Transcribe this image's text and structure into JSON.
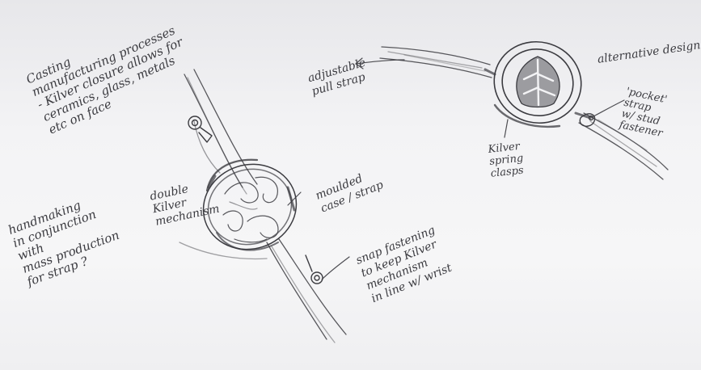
{
  "scene": {
    "description_tag": "pencil-sketch-watch-concepts",
    "paper_color": "#f3f3f5",
    "pencil_color": "#3b3b40"
  },
  "annotations": {
    "process": [
      "Casting",
      "manufacturing processes",
      "- Kilver closure allows for",
      "ceramics, glass, metals",
      "etc on face"
    ],
    "handmaking": [
      "handmaking",
      "in conjunction",
      "with",
      "mass production",
      "for strap ?"
    ],
    "double_kilver": [
      "double",
      "Kilver",
      "mechanism"
    ],
    "moulded": [
      "moulded",
      "case / strap"
    ],
    "snap": [
      "snap fastening",
      "to keep Kilver",
      "mechanism",
      "in line w/ wrist"
    ],
    "adjustable": [
      "adjustable",
      "pull strap"
    ],
    "pocket": [
      "'pocket'",
      "strap",
      "w/ stud",
      "fastener"
    ],
    "kilver_clasps": [
      "Kilver",
      "spring",
      "clasps"
    ],
    "alternative": [
      "alternative design"
    ]
  }
}
